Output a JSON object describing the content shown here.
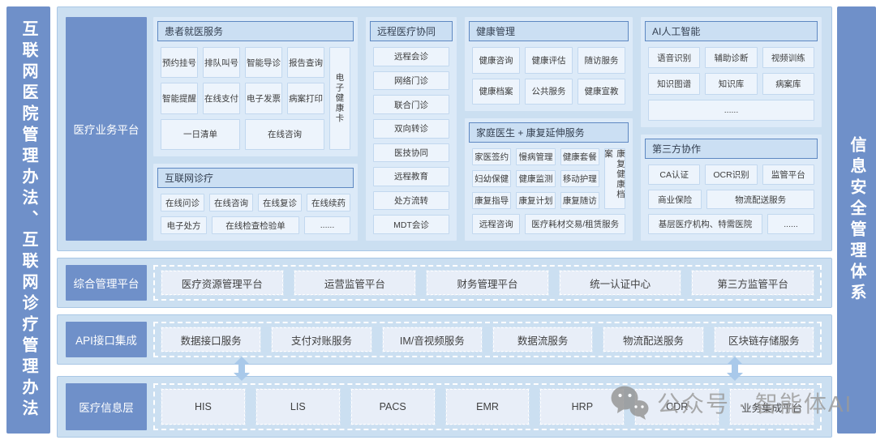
{
  "page": {
    "left_bar": "互联网医院管理办法、互联网诊疗管理办法",
    "right_bar": "信息安全管理体系",
    "watermark_text": "公众号 · 智能体AI",
    "watermark_icon": "wechat-icon"
  },
  "colors": {
    "bar_blue": "#6F90C9",
    "layer_bg": "#CBDFF1",
    "section_bg": "#DCEAF8",
    "title_border": "#5E88C2",
    "button_bg": "#EDF4FC",
    "arrow_blue": "#A9C9EA",
    "watermark_gray": "#9A9A9A"
  },
  "business_platform": {
    "label": "医疗业务平台",
    "patient_services": {
      "title": "患者就医服务",
      "rows": [
        [
          "预约挂号",
          "排队叫号",
          "智能导诊",
          "报告查询"
        ],
        [
          "智能提醒",
          "在线支付",
          "电子发票",
          "病案打印"
        ],
        [
          "一日清单",
          "在线咨询"
        ]
      ],
      "side_label": "电子健康卡"
    },
    "internet_care": {
      "title": "互联网诊疗",
      "rows": [
        [
          "在线问诊",
          "在线咨询",
          "在线复诊",
          "在线续药"
        ],
        [
          "电子处方",
          "在线检查检验单",
          "......"
        ]
      ]
    },
    "telemedicine": {
      "title": "远程医疗协同",
      "items": [
        "远程会诊",
        "网络门诊",
        "联合门诊",
        "双向转诊",
        "医技协同",
        "远程教育",
        "处方流转",
        "MDT会诊"
      ]
    },
    "health_mgmt": {
      "title": "健康管理",
      "rows": [
        [
          "健康咨询",
          "健康评估",
          "随访服务"
        ],
        [
          "健康档案",
          "公共服务",
          "健康宣教"
        ]
      ]
    },
    "family_doctor": {
      "title": "家庭医生 + 康复延伸服务",
      "rows": [
        [
          "家医签约",
          "慢病管理",
          "健康套餐"
        ],
        [
          "妇幼保健",
          "健康监测",
          "移动护理"
        ],
        [
          "康复指导",
          "康复计划",
          "康复随访"
        ]
      ],
      "bottom_row": [
        "远程咨询",
        "医疗耗材交易/租赁服务"
      ],
      "side_label": "康复健康档案"
    },
    "ai_platform": {
      "title": "AI人工智能",
      "rows": [
        [
          "语音识别",
          "辅助诊断",
          "视频训练"
        ],
        [
          "知识图谱",
          "知识库",
          "病案库"
        ],
        [
          "......"
        ]
      ]
    },
    "third_party": {
      "title": "第三方协作",
      "rows": [
        [
          "CA认证",
          "OCR识别",
          "监管平台"
        ],
        [
          "商业保险",
          "物流配送服务"
        ],
        [
          "基层医疗机构、特需医院",
          "......"
        ]
      ]
    }
  },
  "management_platform": {
    "label": "综合管理平台",
    "items": [
      "医疗资源管理平台",
      "运营监管平台",
      "财务管理平台",
      "统一认证中心",
      "第三方监管平台"
    ]
  },
  "api_integration": {
    "label": "API接口集成",
    "items": [
      "数据接口服务",
      "支付对账服务",
      "IM/音视频服务",
      "数据流服务",
      "物流配送服务",
      "区块链存储服务"
    ]
  },
  "info_layer": {
    "label": "医疗信息层",
    "items": [
      "HIS",
      "LIS",
      "PACS",
      "EMR",
      "HRP",
      "CDR",
      "业务集成平台"
    ]
  }
}
